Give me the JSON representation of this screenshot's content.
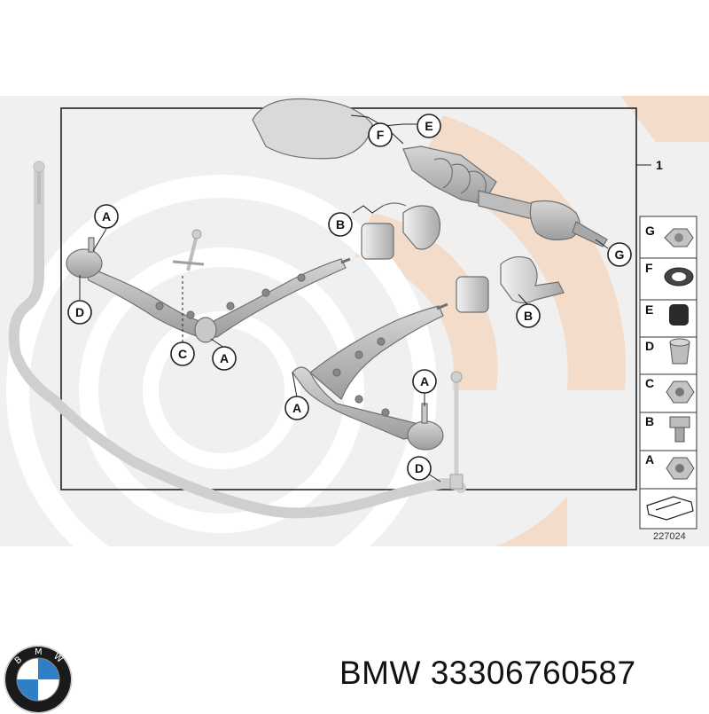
{
  "diagram": {
    "assembly_number": "1",
    "callouts": [
      {
        "id": "a1",
        "letter": "A"
      },
      {
        "id": "a2",
        "letter": "A"
      },
      {
        "id": "a3",
        "letter": "A"
      },
      {
        "id": "a4",
        "letter": "A"
      },
      {
        "id": "b1",
        "letter": "B"
      },
      {
        "id": "b2",
        "letter": "B"
      },
      {
        "id": "c1",
        "letter": "C"
      },
      {
        "id": "d1",
        "letter": "D"
      },
      {
        "id": "d2",
        "letter": "D"
      },
      {
        "id": "e1",
        "letter": "E"
      },
      {
        "id": "f1",
        "letter": "F"
      },
      {
        "id": "g1",
        "letter": "G"
      }
    ],
    "legend": [
      "G",
      "F",
      "E",
      "D",
      "C",
      "B",
      "A"
    ],
    "reference_number": "227024"
  },
  "caption": {
    "brand": "BMW",
    "part_number": "33306760587",
    "text": "BMW 33306760587"
  },
  "logo": {
    "lettering": "BMW",
    "colors": {
      "ring": "#1a1a1a",
      "blue": "#2f7fc6",
      "white": "#ffffff"
    }
  },
  "colors": {
    "watermark": "#f3dcc9",
    "watermark_grey": "#ececec",
    "part_fill": "#b8b8b8",
    "part_stroke": "#6f6f6f",
    "frame": "#222222"
  }
}
